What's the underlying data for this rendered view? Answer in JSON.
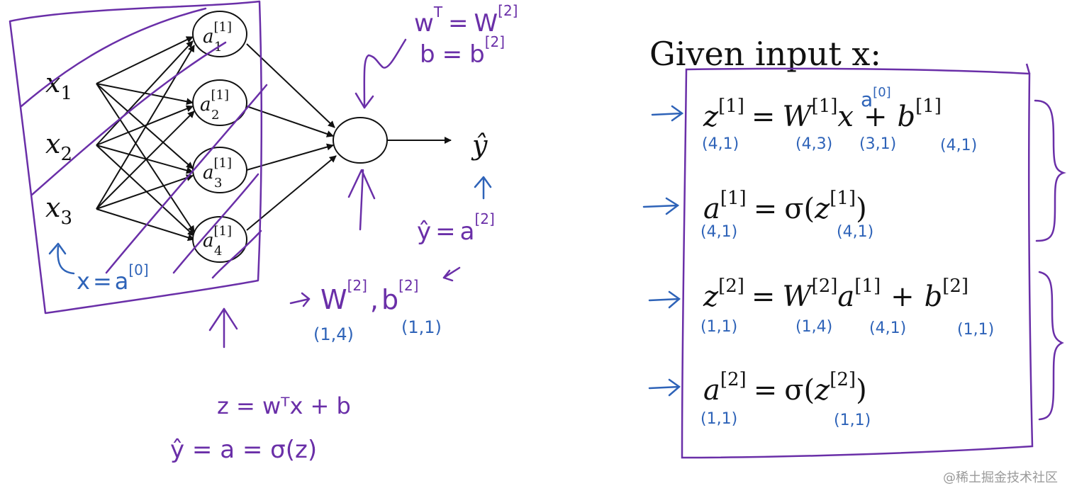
{
  "colors": {
    "ink": "#111111",
    "purple": "#6a2fa8",
    "blue": "#2e63b8",
    "watermark": "#9a9a9a"
  },
  "network": {
    "inputs": [
      {
        "base": "x",
        "sub": "1"
      },
      {
        "base": "x",
        "sub": "2"
      },
      {
        "base": "x",
        "sub": "3"
      }
    ],
    "hidden": [
      {
        "base": "a",
        "sup": "[1]",
        "sub": "1"
      },
      {
        "base": "a",
        "sup": "[1]",
        "sub": "2"
      },
      {
        "base": "a",
        "sup": "[1]",
        "sub": "3"
      },
      {
        "base": "a",
        "sup": "[1]",
        "sub": "4"
      }
    ],
    "output_label": "ŷ"
  },
  "annotations": {
    "w_transpose": {
      "lhs": "w",
      "sup": "T",
      "eq": "=",
      "rhs": "W",
      "rhs_sup": "[2]"
    },
    "b_eq": {
      "lhs": "b",
      "eq": "=",
      "rhs": "b",
      "rhs_sup": "[2]"
    },
    "x_eq_a0": {
      "lhs": "x",
      "eq": "=",
      "rhs": "a",
      "rhs_sup": "[0]"
    },
    "yhat_eq_a2": {
      "lhs": "ŷ",
      "eq": "=",
      "rhs": "a",
      "rhs_sup": "[2]"
    },
    "w2_b2": {
      "w": "W",
      "w_sup": "[2]",
      "sep": ",",
      "b": "b",
      "b_sup": "[2]",
      "w_dim": "(1,4)",
      "b_dim": "(1,1)"
    },
    "z_eq": "z = wᵀx + b",
    "yhat_eq": "ŷ = a = σ(z)"
  },
  "equations": {
    "title": "Given input x:",
    "eq1": {
      "z": "z",
      "z_sup": "[1]",
      "eq": "=",
      "W": "W",
      "W_sup": "[1]",
      "x": "x",
      "plus": "+",
      "b": "b",
      "b_sup": "[1]",
      "x_over": "a",
      "x_over_sup": "[0]",
      "dims": [
        "(4,1)",
        "(4,3)",
        "(3,1)",
        "(4,1)"
      ]
    },
    "eq2": {
      "a": "a",
      "a_sup": "[1]",
      "eq": "=",
      "sigma": "σ(",
      "z": "z",
      "z_sup": "[1]",
      "close": ")",
      "dims": [
        "(4,1)",
        "(4,1)"
      ]
    },
    "eq3": {
      "z": "z",
      "z_sup": "[2]",
      "eq": "=",
      "W": "W",
      "W_sup": "[2]",
      "a": "a",
      "a_sup": "[1]",
      "plus": "+",
      "b": "b",
      "b_sup": "[2]",
      "dims": [
        "(1,1)",
        "(1,4)",
        "(4,1)",
        "(1,1)"
      ]
    },
    "eq4": {
      "a": "a",
      "a_sup": "[2]",
      "eq": "=",
      "sigma": "σ(",
      "z": "z",
      "z_sup": "[2]",
      "close": ")",
      "dims": [
        "(1,1)",
        "(1,1)"
      ]
    }
  },
  "watermark": "@稀土掘金技术社区"
}
